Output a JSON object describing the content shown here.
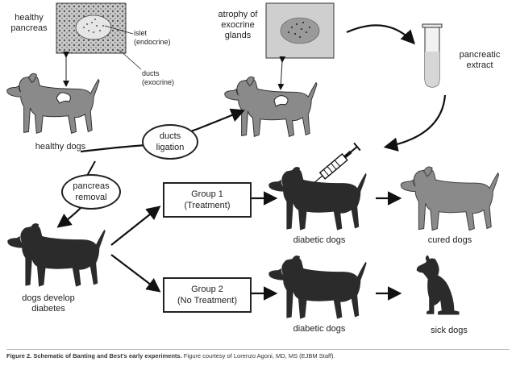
{
  "labels": {
    "healthy_pancreas": "healthy\npancreas",
    "islet": "islet\n(endocrine)",
    "ducts_exocrine": "ducts\n(exocrine)",
    "atrophy": "atrophy of\nexocrine\nglands",
    "pancreatic_extract": "pancreatic\nextract",
    "healthy_dogs": "healthy dogs",
    "ducts_ligation": "ducts\nligation",
    "pancreas_removal": "pancreas\nremoval",
    "group1": "Group 1\n(Treatment)",
    "group2": "Group 2\n(No Treatment)",
    "diabetic_dogs_1": "diabetic dogs",
    "diabetic_dogs_2": "diabetic dogs",
    "cured_dogs": "cured dogs",
    "sick_dogs": "sick dogs",
    "dogs_develop_diabetes": "dogs develop\ndiabetes"
  },
  "caption": {
    "bold": "Figure 2. Schematic of Banting and Best's early experiments.",
    "rest": " Figure courtesy of Lorenzo Agoni, MD, MS (EJBM Staff)."
  },
  "colors": {
    "healthy_dog": "#8a8a8a",
    "diabetic_dog": "#2b2b2b",
    "arrow": "#111111",
    "tissue_bg": "#bdbdbd"
  }
}
